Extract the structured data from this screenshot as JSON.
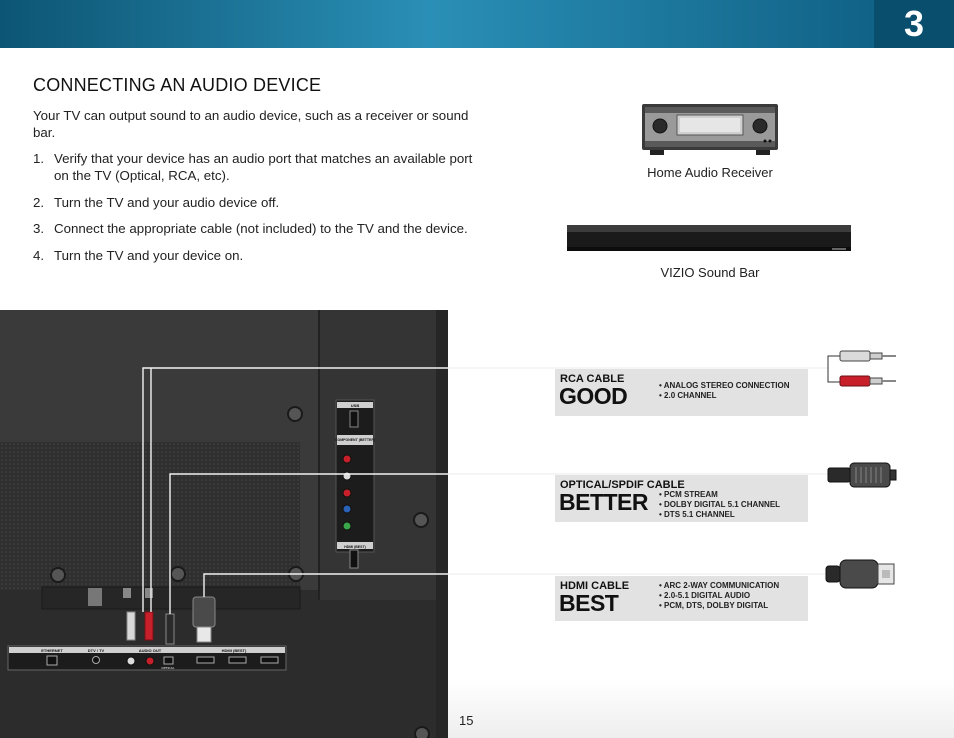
{
  "header": {
    "chapter": "3"
  },
  "section": {
    "title": "CONNECTING AN AUDIO DEVICE",
    "intro": "Your TV can output sound to an audio device, such as a receiver or sound bar.",
    "steps": [
      {
        "num": "1.",
        "text": "Verify that your device has an audio port that matches an available port on the TV (Optical, RCA, etc)."
      },
      {
        "num": "2.",
        "text": "Turn the TV and your audio device off."
      },
      {
        "num": "3.",
        "text": "Connect the appropriate cable (not included) to the TV and the device."
      },
      {
        "num": "4.",
        "text": "Turn the TV and your device on."
      }
    ]
  },
  "devices": {
    "receiver_caption": "Home Audio Receiver",
    "soundbar_caption": "VIZIO Sound Bar"
  },
  "tv_ports": {
    "usb": "USB",
    "component": "COMPONENT (BETTER)",
    "hdmi_side": "HDMI (BEST)",
    "ethernet": "ETHERNET",
    "dtv": "DTV / TV",
    "audio_out": "AUDIO OUT",
    "hdmi_bottom": "HDMI (BEST)",
    "optical": "OPTICAL"
  },
  "cables": [
    {
      "label": "RCA CABLE",
      "rating": "GOOD",
      "features": [
        "• ANALOG STEREO CONNECTION",
        "• 2.0 CHANNEL"
      ]
    },
    {
      "label": "OPTICAL/SPDIF CABLE",
      "rating": "BETTER",
      "features": [
        "• PCM STREAM",
        "• DOLBY DIGITAL 5.1 CHANNEL",
        "• DTS 5.1 CHANNEL"
      ]
    },
    {
      "label": "HDMI CABLE",
      "rating": "BEST",
      "features": [
        "• ARC 2-WAY COMMUNICATION",
        "• 2.0-5.1 DIGITAL AUDIO",
        "• PCM, DTS, DOLBY DIGITAL"
      ]
    }
  ],
  "page_number": "15",
  "colors": {
    "header_blue": "#2a8fb6",
    "card_gray": "#e2e2e2",
    "rca_red": "#c8202a",
    "rca_white": "#e8e8e8"
  }
}
